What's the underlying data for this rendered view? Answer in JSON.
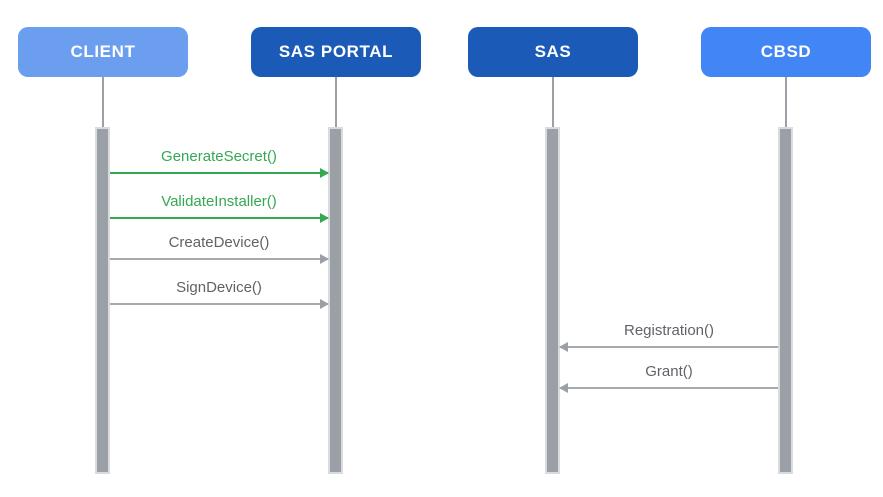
{
  "diagram": {
    "type": "sequence-diagram",
    "background_color": "#FFFFFF",
    "actors": [
      {
        "id": "client",
        "label": "CLIENT",
        "color": "#6C9EF0"
      },
      {
        "id": "sas-portal",
        "label": "SAS PORTAL",
        "color": "#1B5BB7"
      },
      {
        "id": "sas",
        "label": "SAS",
        "color": "#1B5BB7"
      },
      {
        "id": "cbsd",
        "label": "CBSD",
        "color": "#4285F4"
      }
    ],
    "lifeline_color": "#9AA0A6",
    "activation_bar_color": "#9AA0A6",
    "activation_bar_border_color": "#D9DBDE",
    "messages": [
      {
        "label": "GenerateSecret()",
        "from": "CLIENT",
        "to": "SAS PORTAL",
        "direction": "right",
        "color": "#34A853"
      },
      {
        "label": "ValidateInstaller()",
        "from": "CLIENT",
        "to": "SAS PORTAL",
        "direction": "right",
        "color": "#34A853"
      },
      {
        "label": "CreateDevice()",
        "from": "CLIENT",
        "to": "SAS PORTAL",
        "direction": "right",
        "color": "#9AA0A6"
      },
      {
        "label": "SignDevice()",
        "from": "CLIENT",
        "to": "SAS PORTAL",
        "direction": "right",
        "color": "#9AA0A6"
      },
      {
        "label": "Registration()",
        "from": "CBSD",
        "to": "SAS",
        "direction": "left",
        "color": "#9AA0A6"
      },
      {
        "label": "Grant()",
        "from": "CBSD",
        "to": "SAS",
        "direction": "left",
        "color": "#9AA0A6"
      }
    ]
  }
}
